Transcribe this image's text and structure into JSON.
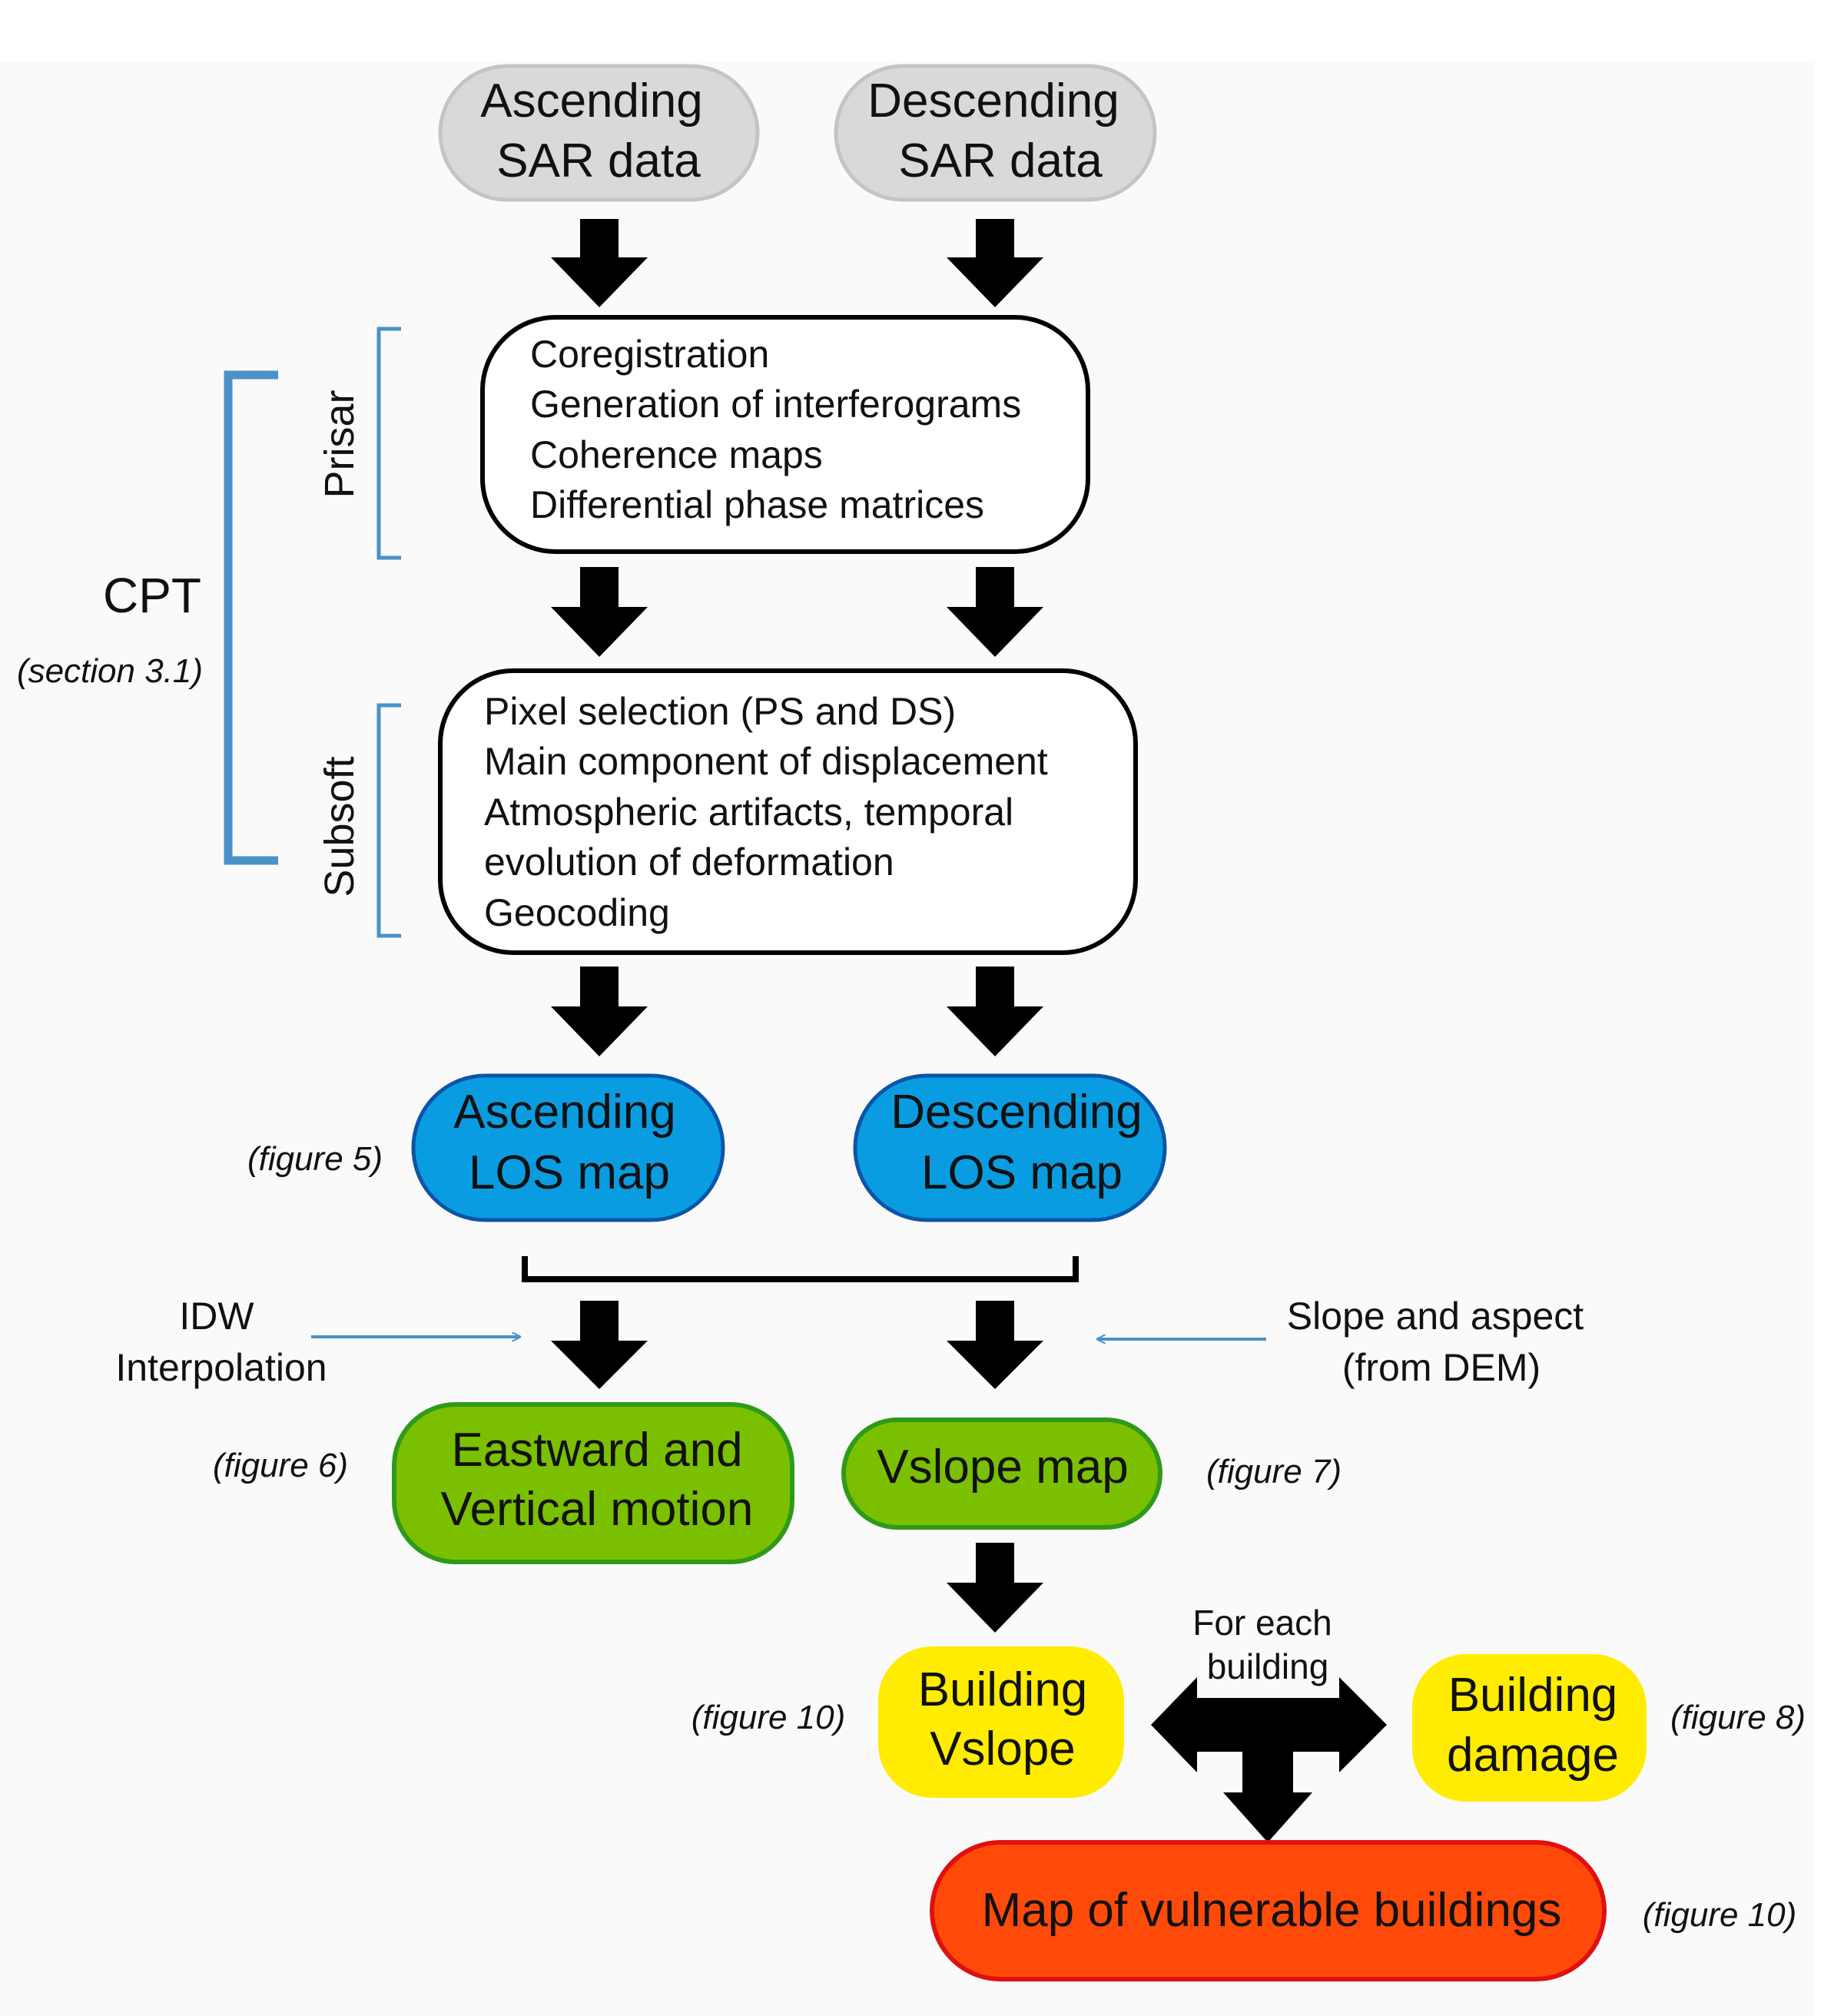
{
  "inputs": {
    "ascending": [
      "Ascending",
      "SAR data"
    ],
    "descending": [
      "Descending",
      "SAR data"
    ]
  },
  "prisar": {
    "label": "Prisar",
    "lines": [
      "Coregistration",
      "Generation of interferograms",
      "Coherence maps",
      "Differential phase matrices"
    ]
  },
  "subsoft": {
    "label": "Subsoft",
    "lines": [
      "Pixel selection (PS and DS)",
      "Main component of displacement",
      "Atmospheric artifacts, temporal",
      "evolution of deformation",
      "Geocoding"
    ]
  },
  "cpt": {
    "label": "CPT",
    "ref": "(section 3.1)"
  },
  "los": {
    "ascending": [
      "Ascending",
      "LOS map"
    ],
    "descending": [
      "Descending",
      "LOS map"
    ],
    "ref": "(figure 5)"
  },
  "idw_note": [
    "IDW",
    "Interpolation"
  ],
  "slope_note": [
    "Slope and aspect",
    "(from DEM)"
  ],
  "motion": {
    "eastward": [
      "Eastward and",
      "Vertical motion"
    ],
    "eastward_ref": "(figure 6)",
    "vslope": "Vslope map",
    "vslope_ref": "(figure 7)"
  },
  "buildings": {
    "vslope": [
      "Building",
      "Vslope"
    ],
    "vslope_ref": "(figure 10)",
    "damage": [
      "Building",
      "damage"
    ],
    "damage_ref": "(figure 8)",
    "for_each": [
      "For each",
      "building"
    ]
  },
  "final": {
    "label": "Map of vulnerable buildings",
    "ref": "(figure 10)"
  },
  "colors": {
    "input_fill": "#d9d9d9",
    "input_stroke": "#c4c4c4",
    "los_fill": "#0a9ce0",
    "los_stroke": "#0a55a8",
    "motion_fill": "#7ac000",
    "motion_stroke": "#2f9a1a",
    "building_fill": "#ffec00",
    "final_fill": "#ff4a0a",
    "final_stroke": "#e01010",
    "bracket": "#4a92c8",
    "thin_arrow": "#4a92c8"
  }
}
